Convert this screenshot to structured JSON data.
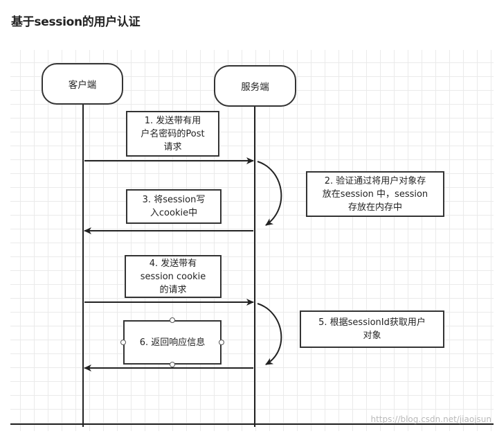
{
  "title": "基于session的用户认证",
  "actors": {
    "client": "客户端",
    "server": "服务端"
  },
  "notes": {
    "step1": "1. 发送带有用\n户名密码的Post\n请求",
    "step2": "2. 验证通过将用户对象存\n放在session 中，session\n存放在内存中",
    "step3": "3. 将session写\n入cookie中",
    "step4": "4. 发送带有\nsession cookie\n的请求",
    "step5": "5. 根据sessionId获取用户\n对象",
    "step6": "6.  返回响应信息"
  },
  "watermark": "https://blog.csdn.net/jiaojsun"
}
